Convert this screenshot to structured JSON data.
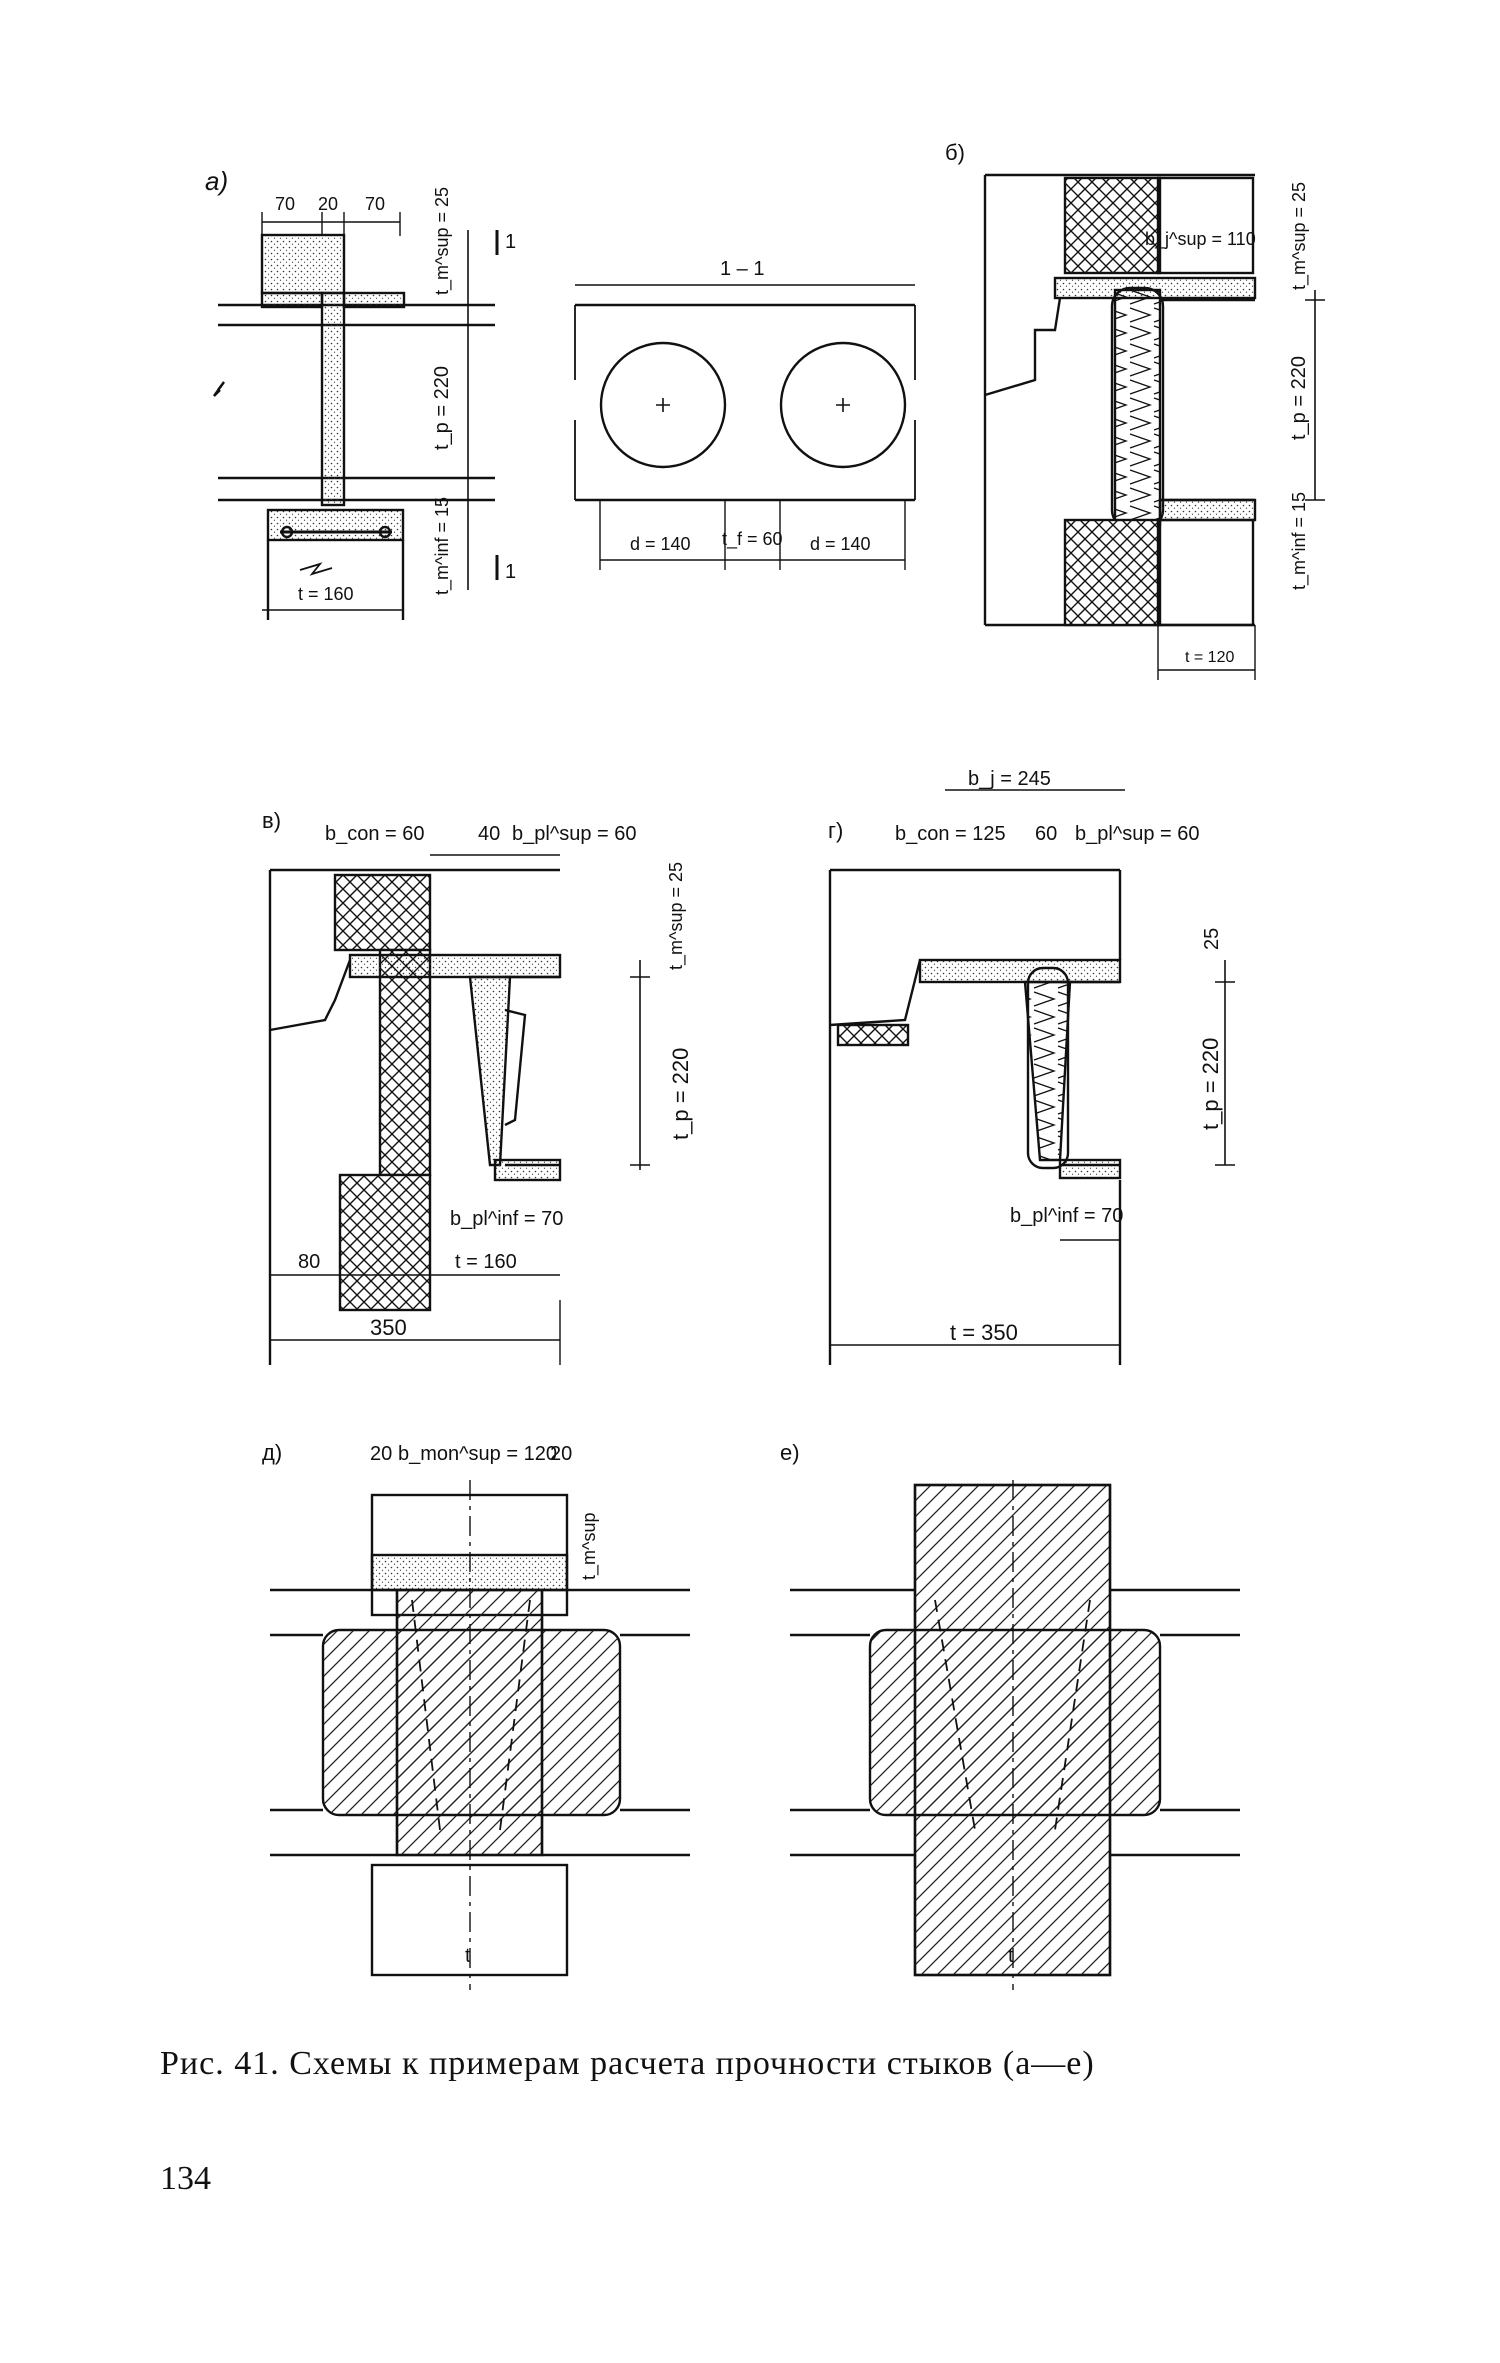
{
  "figure": {
    "caption": "Рис. 41. Схемы к примерам расчета прочности стыков (а—е)",
    "page_number": "134"
  },
  "panel_a": {
    "label": "а)",
    "dim_top": [
      "70",
      "20",
      "70"
    ],
    "t_m_sup": "t_m^sup = 25",
    "t_p": "t_p = 220",
    "t_m_inf": "t_m^inf = 15",
    "t": "t = 160",
    "section_mark": "1"
  },
  "section_1_1": {
    "title": "1 – 1",
    "d_left": "d = 140",
    "t_f": "t_f = 60",
    "d_right": "d = 140"
  },
  "panel_b": {
    "label": "б)",
    "b_j_sup": "b_j^sup = 110",
    "t_m_sup": "t_m^sup = 25",
    "t_p": "t_p = 220",
    "t_m_inf": "t_m^inf = 15",
    "t": "t = 120"
  },
  "panel_v": {
    "label": "в)",
    "b_con": "b_con = 60",
    "mid": "40",
    "b_pl_sup": "b_pl^sup = 60",
    "t_m_sup": "t_m^sup = 25",
    "t_p": "t_p = 220",
    "b_pl_inf": "b_pl^inf = 70",
    "left": "80",
    "t": "t = 160",
    "total": "350"
  },
  "panel_g": {
    "label": "г)",
    "b_j": "b_j = 245",
    "b_con": "b_con = 125",
    "mid": "60",
    "b_pl_sup": "b_pl^sup = 60",
    "top": "25",
    "t_p": "t_p = 220",
    "b_pl_inf": "b_pl^inf = 70",
    "t": "t = 350"
  },
  "panel_d": {
    "label": "д)",
    "left": "20",
    "b_mon_sup": "b_mon^sup = 120",
    "right": "20",
    "t_m_sup": "t_m^sup",
    "t": "t"
  },
  "panel_e": {
    "label": "е)",
    "t": "t"
  }
}
